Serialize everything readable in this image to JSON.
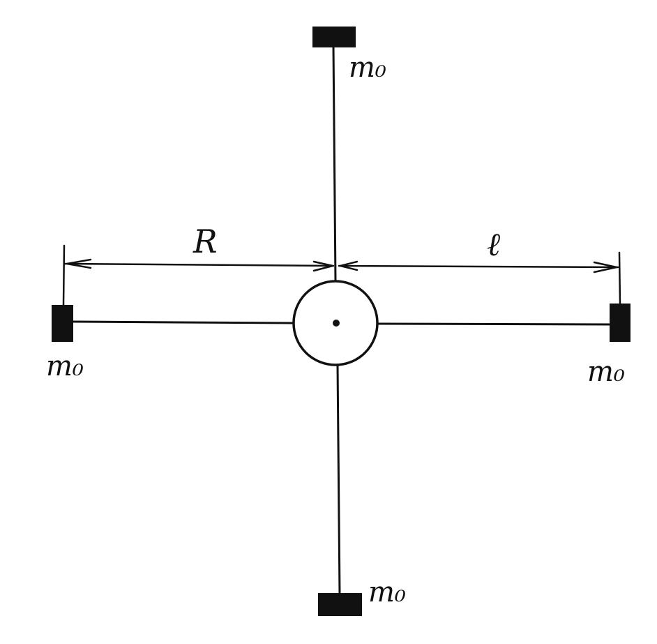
{
  "colors": {
    "ink": "#111111",
    "background": "#ffffff"
  },
  "labels": {
    "mass_top": "m₀",
    "mass_left": "m₀",
    "mass_right": "m₀",
    "mass_bottom": "m₀",
    "dimension_R": "R",
    "dimension_l": "ℓ"
  }
}
